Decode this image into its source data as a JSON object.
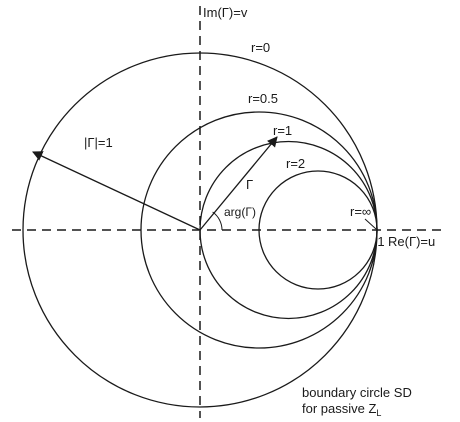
{
  "axes": {
    "imag_label": "Im(Γ)=v",
    "real_label": "Re(Γ)=u",
    "unit_tick": "1"
  },
  "circles": {
    "r0": "r=0",
    "r05": "r=0.5",
    "r1": "r=1",
    "r2": "r=2",
    "rinf": "r=∞"
  },
  "vector": {
    "gamma": "Γ",
    "angle": "arg(Γ)",
    "magnitude": "|Γ|=1"
  },
  "boundary": {
    "line1": "boundary circle SD",
    "line2_prefix": "for passive Z",
    "line2_sub": "L"
  }
}
